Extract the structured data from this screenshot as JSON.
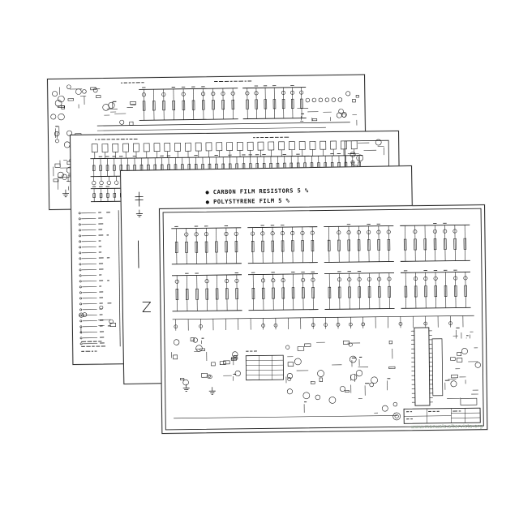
{
  "notes": {
    "line1": "● CARBON FILM RESISTORS  5 %",
    "line2": "● POLYSTYRENE  FILM  5 %"
  },
  "watermark": "www.manuals.altervista.org",
  "colors": {
    "ink": "#1c1c1c",
    "paper": "#ffffff",
    "watermark": "#8fa38f"
  }
}
